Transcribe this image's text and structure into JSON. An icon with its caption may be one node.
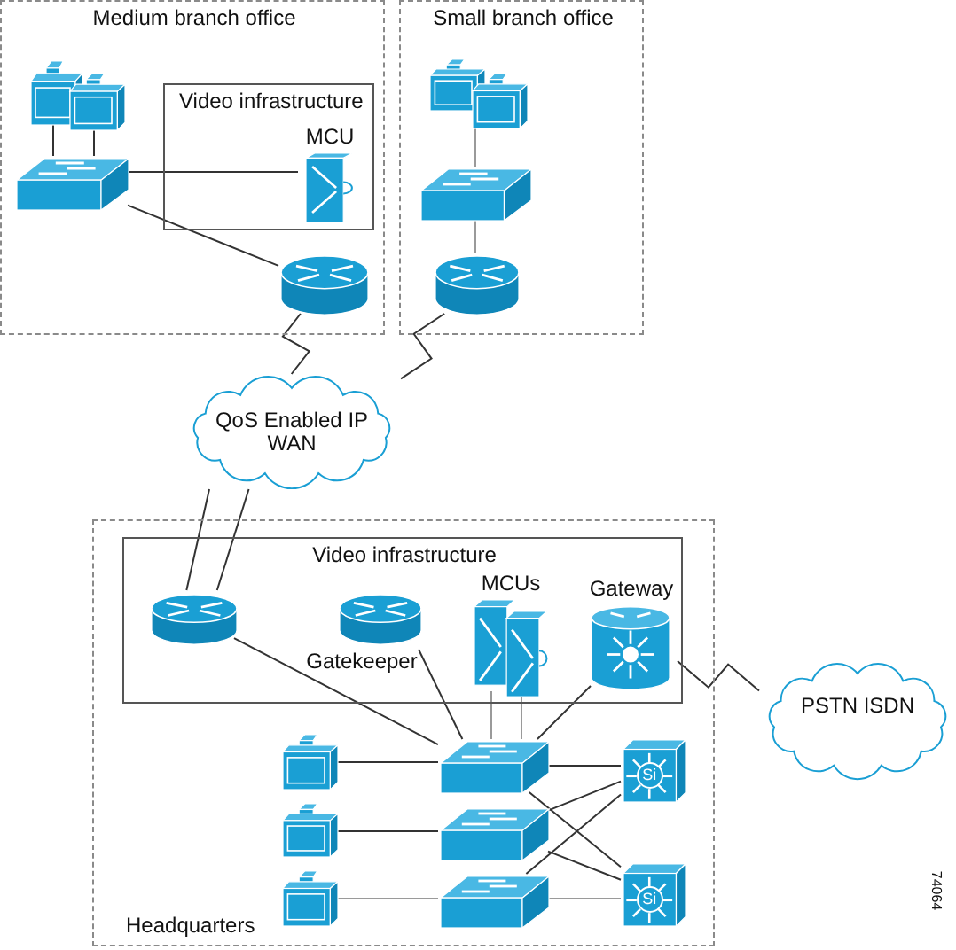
{
  "diagram": {
    "nodes": [
      {
        "text": [
          "Medium branch office"
        ]
      },
      {
        "text": [
          "Video infrastructure"
        ],
        "in": 0
      },
      {
        "text": [],
        "shape": "mcu",
        "in": 1,
        "beside": [
          "MCU"
        ]
      },
      {
        "text": [],
        "shape": "computer",
        "in": 0
      },
      {
        "text": [],
        "shape": "computer",
        "in": 0
      },
      {
        "text": [],
        "shape": "switch",
        "in": 0
      },
      {
        "text": [],
        "shape": "router",
        "in": 0
      },
      {
        "text": [
          "Small branch office"
        ]
      },
      {
        "text": [],
        "shape": "computer",
        "in": 7
      },
      {
        "text": [],
        "shape": "computer",
        "in": 7
      },
      {
        "text": [],
        "shape": "switch",
        "in": 7
      },
      {
        "text": [],
        "shape": "router",
        "in": 7
      },
      {
        "text": [
          "QoS Enabled IP WAN"
        ]
      },
      {
        "text": [
          "Headquarters"
        ]
      },
      {
        "text": [
          "Video infrastructure"
        ],
        "in": 13
      },
      {
        "text": [],
        "shape": "router",
        "in": 14
      },
      {
        "text": [],
        "shape": "router",
        "in": 14,
        "beside": [
          "Gatekeeper"
        ]
      },
      {
        "text": [],
        "shape": "mcu",
        "in": 14,
        "beside": [
          "MCUs"
        ]
      },
      {
        "text": [],
        "shape": "gateway",
        "in": 14,
        "beside": [
          "Gateway"
        ]
      },
      {
        "text": [],
        "shape": "computer",
        "in": 13
      },
      {
        "text": [],
        "shape": "computer",
        "in": 13
      },
      {
        "text": [],
        "shape": "computer",
        "in": 13
      },
      {
        "text": [],
        "shape": "switch",
        "in": 13
      },
      {
        "text": [],
        "shape": "switch",
        "in": 13
      },
      {
        "text": [],
        "shape": "switch",
        "in": 13
      },
      {
        "text": [
          "Si"
        ],
        "in": 13
      },
      {
        "text": [
          "Si"
        ],
        "in": 13
      },
      {
        "text": [
          "PSTN ISDN"
        ]
      }
    ],
    "edges": [
      {
        "from": 3,
        "to": 5,
        "arrow": "none"
      },
      {
        "from": 4,
        "to": 5,
        "arrow": "none"
      },
      {
        "from": 5,
        "to": 2,
        "arrow": "none"
      },
      {
        "from": 5,
        "to": 6,
        "arrow": "none"
      },
      {
        "from": 6,
        "to": 12,
        "arrow": "none"
      },
      {
        "from": 9,
        "to": 10,
        "arrow": "none",
        "color": "#9a9a9a"
      },
      {
        "from": 10,
        "to": 11,
        "arrow": "none",
        "color": "#9a9a9a"
      },
      {
        "from": 11,
        "to": 12,
        "arrow": "none"
      },
      {
        "from": 12,
        "to": 15,
        "arrow": "none"
      },
      {
        "from": 12,
        "to": 15,
        "arrow": "none"
      },
      {
        "from": 15,
        "to": 22,
        "arrow": "none"
      },
      {
        "from": 16,
        "to": 22,
        "arrow": "none"
      },
      {
        "from": 17,
        "to": 22,
        "arrow": "none",
        "color": "#9a9a9a"
      },
      {
        "from": 17,
        "to": 22,
        "arrow": "none",
        "color": "#9a9a9a"
      },
      {
        "from": 18,
        "to": 22,
        "arrow": "none"
      },
      {
        "from": 18,
        "to": 27,
        "arrow": "none"
      },
      {
        "from": 19,
        "to": 22,
        "arrow": "none"
      },
      {
        "from": 20,
        "to": 23,
        "arrow": "none"
      },
      {
        "from": 21,
        "to": 24,
        "arrow": "none",
        "color": "#9a9a9a"
      },
      {
        "from": 22,
        "to": 25,
        "arrow": "none"
      },
      {
        "from": 22,
        "to": 26,
        "arrow": "none"
      },
      {
        "from": 23,
        "to": 25,
        "arrow": "none"
      },
      {
        "from": 23,
        "to": 26,
        "arrow": "none"
      },
      {
        "from": 24,
        "to": 25,
        "arrow": "none"
      },
      {
        "from": 24,
        "to": 26,
        "arrow": "none",
        "color": "#9a9a9a"
      }
    ],
    "labels": [
      "74064"
    ]
  }
}
